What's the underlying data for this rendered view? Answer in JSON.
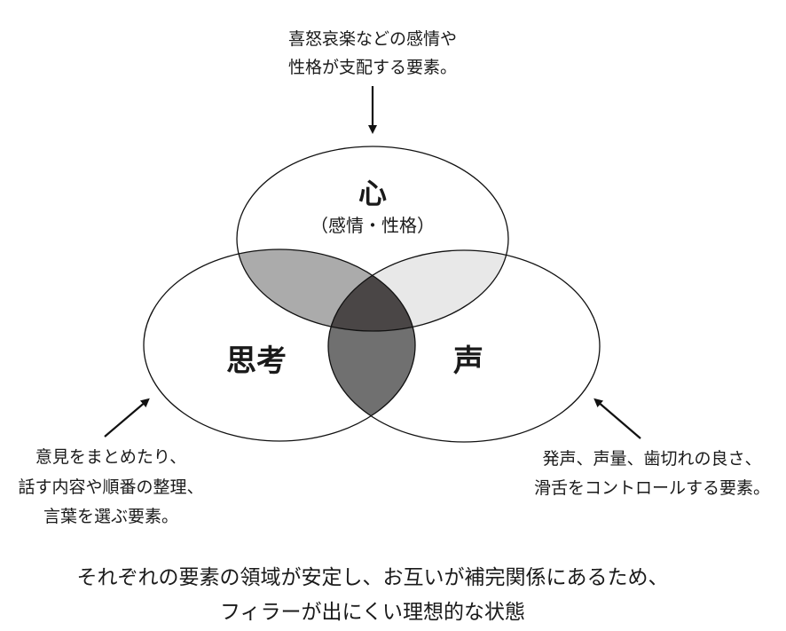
{
  "top_caption": [
    "喜怒哀楽などの感情や",
    "性格が支配する要素。"
  ],
  "circles": {
    "heart": {
      "label": "心",
      "sublabel": "（感情・性格）"
    },
    "thought": {
      "label": "思考"
    },
    "voice": {
      "label": "声"
    }
  },
  "left_caption": [
    "意見をまとめたり、",
    "話す内容や順番の整理、",
    "言葉を選ぶ要素。"
  ],
  "right_caption": [
    "発声、声量、歯切れの良さ、",
    "滑舌をコントロールする要素。"
  ],
  "bottom_caption": [
    "それぞれの要素の領域が安定し、お互いが補完関係にあるため、",
    "フィラーが出にくい理想的な状態"
  ],
  "colors": {
    "heart_thought": "#ababab",
    "heart_voice": "#e8e8e8",
    "thought_voice": "#707070",
    "all_three": "#4a4646"
  }
}
